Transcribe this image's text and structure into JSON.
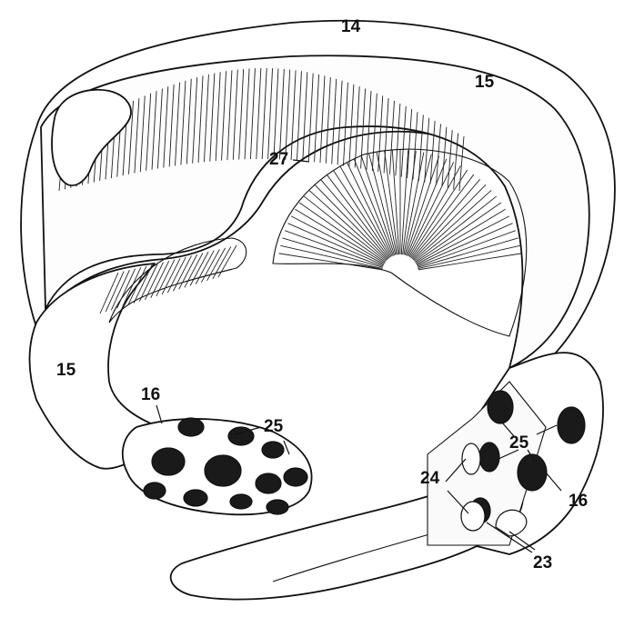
{
  "labels": {
    "l14": "14",
    "l15_top": "15",
    "l15_left": "15",
    "l16_left": "16",
    "l16_right": "16",
    "l25_left": "25",
    "l25_right": "25",
    "l27": "27",
    "l24": "24",
    "l23": "23"
  }
}
